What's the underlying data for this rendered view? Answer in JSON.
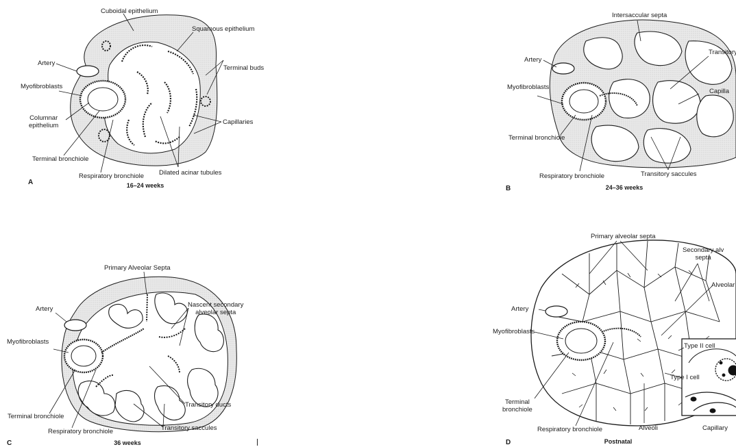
{
  "panels": [
    {
      "letter": "A",
      "caption": "16–24 weeks",
      "labels": {
        "cuboidal": "Cuboidal epithelium",
        "squamous": "Squamous epithelium",
        "artery": "Artery",
        "myofibroblasts": "Myofibroblasts",
        "columnar": "Columnar\nepithelium",
        "terminal_buds": "Terminal buds",
        "capillaries": "Capillaries",
        "terminal_bronchiole": "Terminal bronchiole",
        "respiratory_bronchiole": "Respiratory bronchiole",
        "dilated": "Dilated acinar tubules"
      }
    },
    {
      "letter": "B",
      "caption": "24–36 weeks",
      "labels": {
        "intersaccular": "Intersaccular septa",
        "transitory_d": "Transitory d",
        "artery": "Artery",
        "myofibroblasts": "Myofibroblasts",
        "capilla": "Capilla",
        "terminal_bronchiole": "Terminal bronchiole",
        "respiratory_bronchiole": "Respiratory bronchiole",
        "transitory_saccules": "Transitory saccules"
      }
    },
    {
      "letter": "C",
      "caption": "36 weeks",
      "labels": {
        "primary": "Primary Alveolar Septa",
        "nascent": "Nascent secondary\nalveolar septa",
        "artery": "Artery",
        "myofibroblasts": "Myofibroblasts",
        "transitory_ducts": "Transitory ducts",
        "terminal_bronchiole": "Terminal bronchiole",
        "respiratory_bronchiole": "Respiratory bronchiole",
        "transitory_saccules": "Transitory saccules"
      }
    },
    {
      "letter": "D",
      "caption": "Postnatal",
      "labels": {
        "primary": "Primary alveolar septa",
        "secondary": "Secondary alv\nsepta",
        "artery": "Artery",
        "alveolar": "Alveolar",
        "myofibroblasts": "Myofibroblasts",
        "type2": "Type II cell",
        "type1": "Type I cell",
        "terminal_bronchiole": "Terminal\nbronchiole",
        "respiratory_bronchiole": "Respiratory bronchiole",
        "alveoli": "Alveoli",
        "capillary": "Capillary"
      }
    }
  ]
}
